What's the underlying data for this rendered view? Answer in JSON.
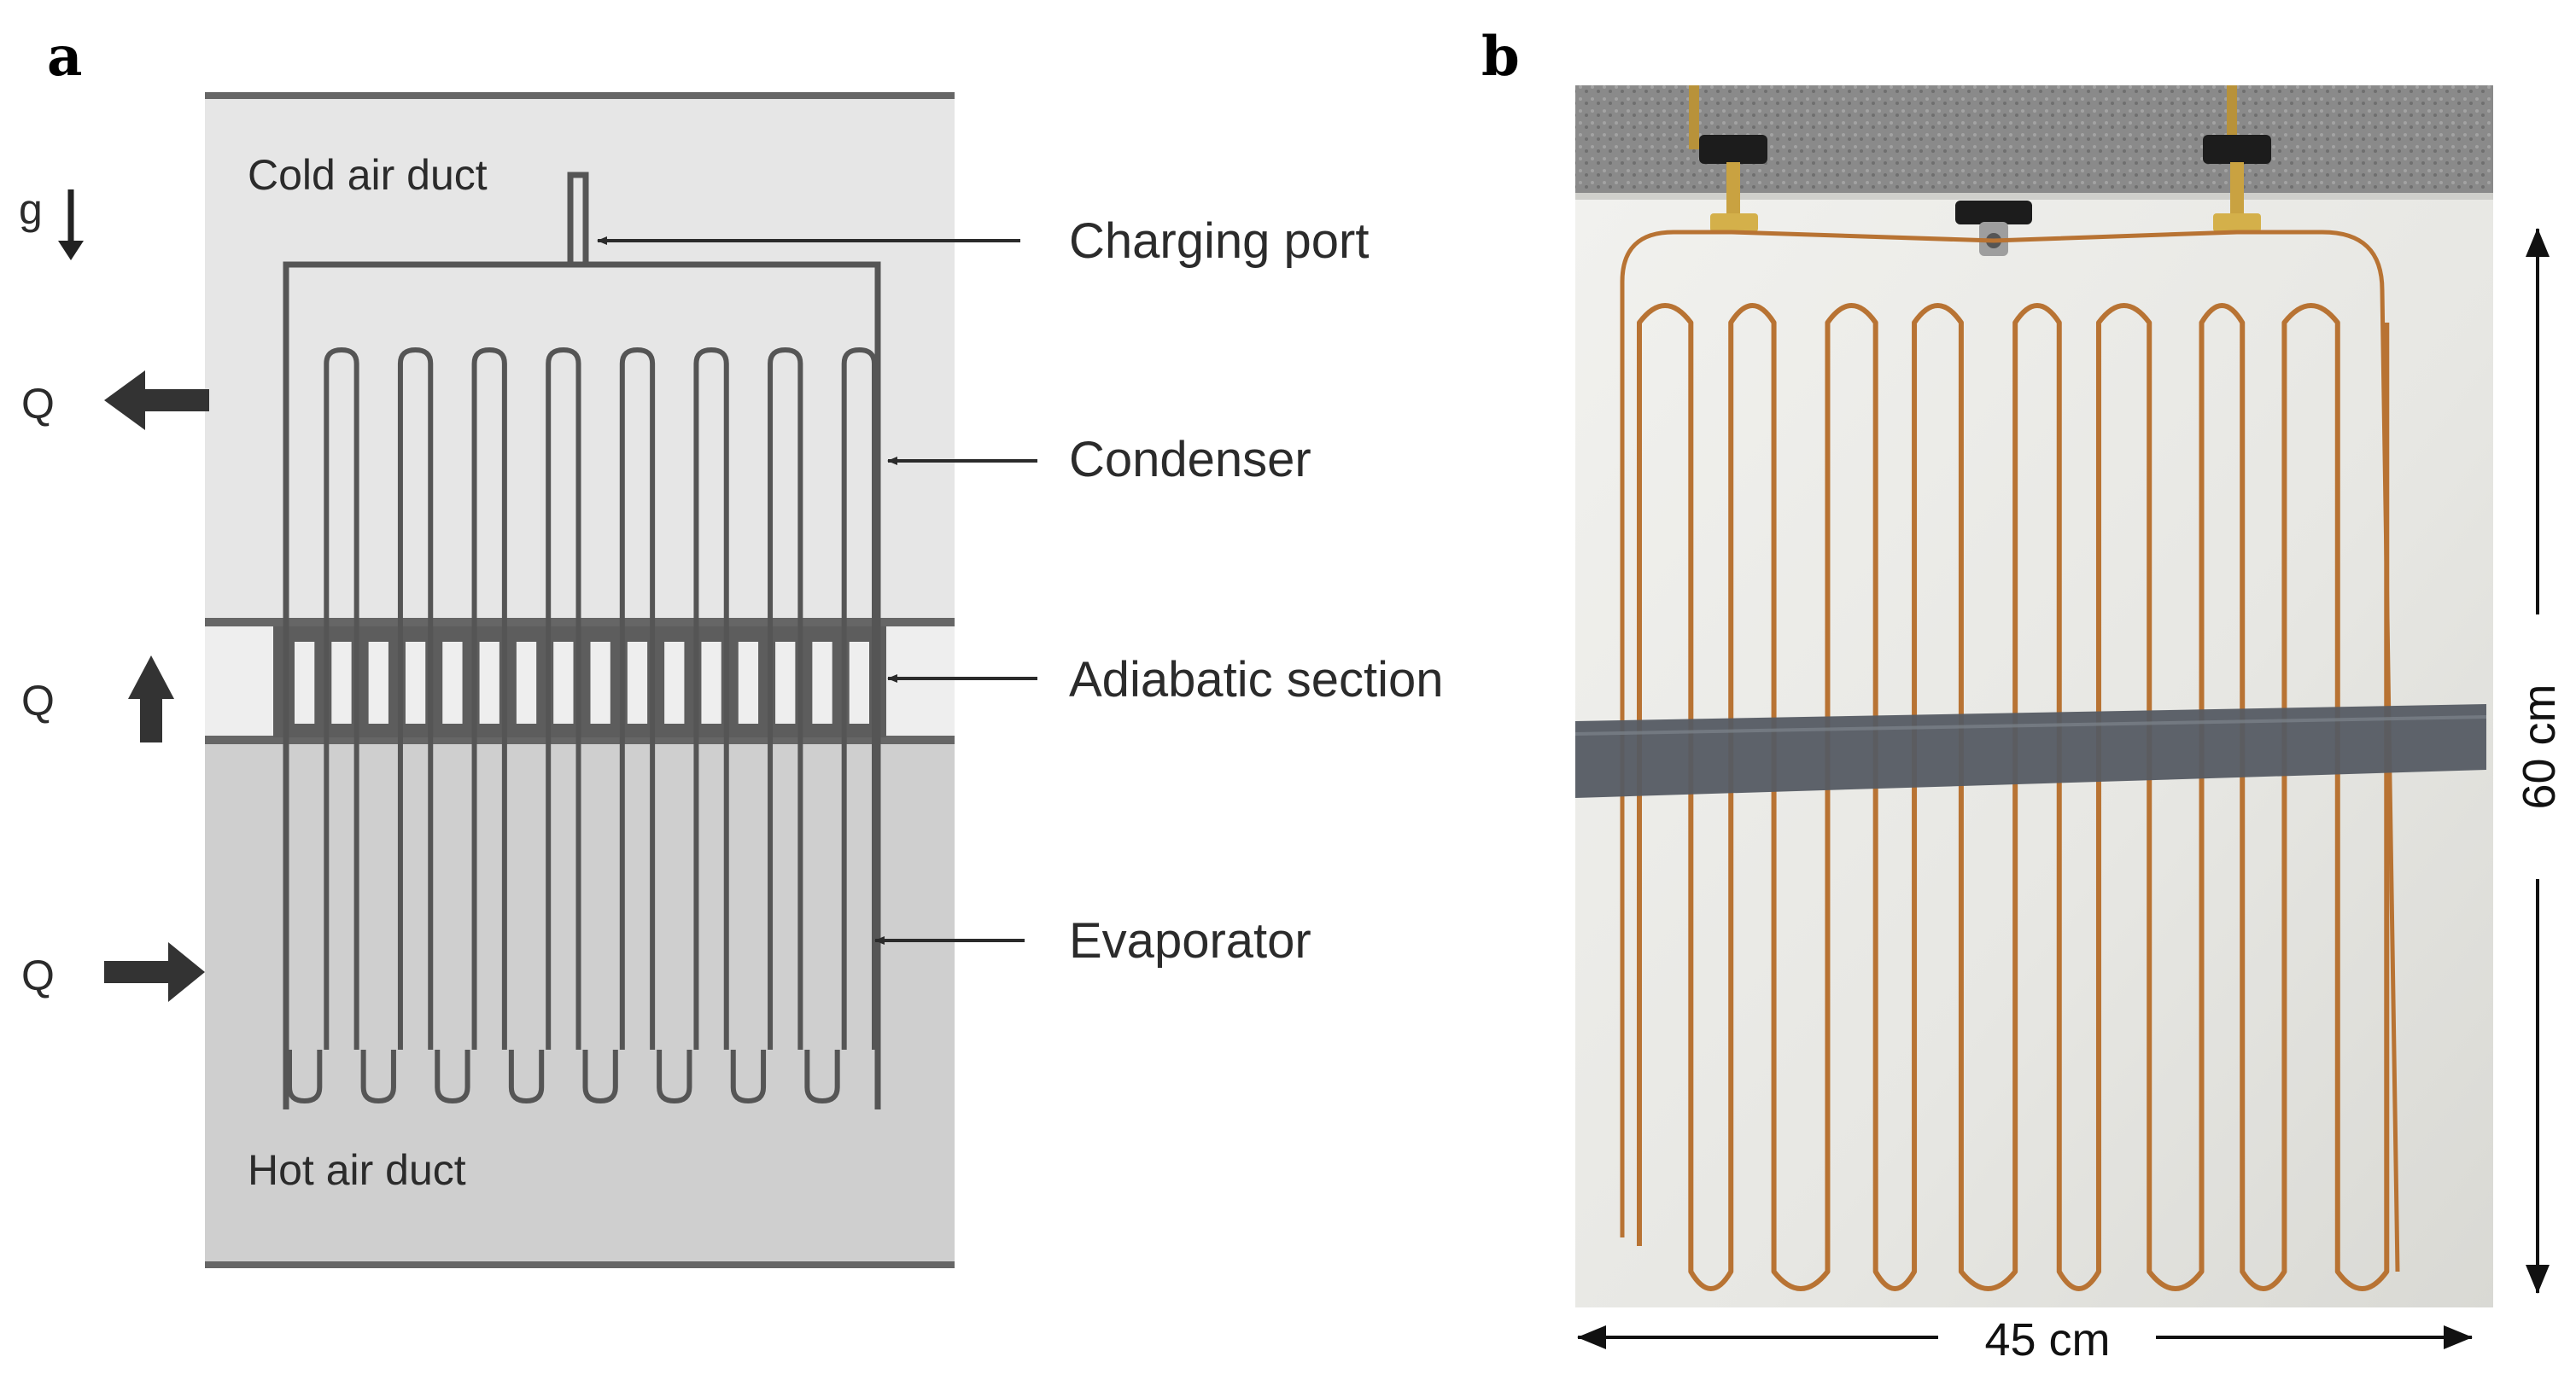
{
  "panel_a": {
    "letter": "a",
    "labels": {
      "cold_duct": "Cold air duct",
      "hot_duct": "Hot air duct",
      "gravity": "g",
      "heat_out": "Q",
      "heat_adiabatic": "Q",
      "heat_in": "Q"
    },
    "callouts": {
      "charging_port": "Charging port",
      "condenser": "Condenser",
      "adiabatic": "Adiabatic section",
      "evaporator": "Evaporator"
    },
    "colors": {
      "cold_duct": "#e6e6e6",
      "hot_duct": "#cfcfcf",
      "adiabatic": "#eeeeee",
      "tube": "#555555"
    }
  },
  "panel_b": {
    "letter": "b",
    "height_label": "60 cm",
    "width_label": "45 cm",
    "colors": {
      "copper": "#b87333",
      "tape": "#555b63",
      "wall": "#e9e9e6",
      "ceiling": "#8d8d8d"
    }
  }
}
